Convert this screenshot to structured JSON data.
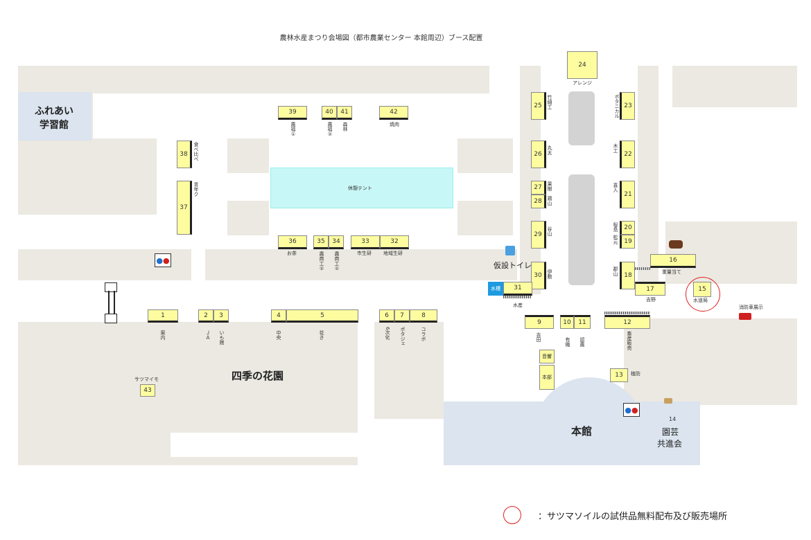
{
  "title": "農林水産まつり会場図（都市農業センター 本館周辺）ブース配置",
  "areas": {
    "fureai": [
      "ふれあい",
      "学習館"
    ],
    "kyukei": "休憩テント",
    "shiki": "四季の花園",
    "honkan": "本館",
    "engei_no": "14",
    "engei": [
      "園芸",
      "共進会"
    ],
    "kasetsu_toilet": "仮設トイレ",
    "shoubou": "消防車展示"
  },
  "booths": [
    {
      "n": "1",
      "label": "案内"
    },
    {
      "n": "2",
      "label": "ＪＡ"
    },
    {
      "n": "3",
      "label": "いも館"
    },
    {
      "n": "4",
      "label": "中央"
    },
    {
      "n": "5",
      "label": "花き"
    },
    {
      "n": "6",
      "label": "6次化"
    },
    {
      "n": "7",
      "label": "ポタジェ"
    },
    {
      "n": "8",
      "label": "コラボ"
    },
    {
      "n": "9",
      "label": "吉田"
    },
    {
      "n": "10",
      "label": "有機"
    },
    {
      "n": "11",
      "label": "認農"
    },
    {
      "n": "12",
      "label": "畜産販売"
    },
    {
      "n": "13",
      "label": "植防"
    },
    {
      "n": "15",
      "label": "水道局"
    },
    {
      "n": "16",
      "label": "重量当て"
    },
    {
      "n": "17",
      "label": "吉野"
    },
    {
      "n": "18",
      "label": "郡山"
    },
    {
      "n": "19",
      "label": "松元"
    },
    {
      "n": "20",
      "label": "桜島"
    },
    {
      "n": "21",
      "label": "喜入"
    },
    {
      "n": "22",
      "label": "木工"
    },
    {
      "n": "23",
      "label": "ボタニカル"
    },
    {
      "n": "24",
      "label": "アレンジ"
    },
    {
      "n": "25",
      "label": "竹細工"
    },
    {
      "n": "26",
      "label": "丸太"
    },
    {
      "n": "27",
      "label": "果樹"
    },
    {
      "n": "28",
      "label": "鶏山"
    },
    {
      "n": "29",
      "label": "谷山"
    },
    {
      "n": "30",
      "label": "伊敷"
    },
    {
      "n": "31",
      "label": "水産"
    },
    {
      "n": "32",
      "label": "地域生研"
    },
    {
      "n": "33",
      "label": "市生研"
    },
    {
      "n": "34",
      "label": "農商工①"
    },
    {
      "n": "35",
      "label": "農商工②"
    },
    {
      "n": "36",
      "label": "お茶"
    },
    {
      "n": "37",
      "label": "青年ク"
    },
    {
      "n": "38",
      "label": "食べ比べ"
    },
    {
      "n": "39",
      "label": "農福①"
    },
    {
      "n": "40",
      "label": "農福②"
    },
    {
      "n": "41",
      "label": "森林"
    },
    {
      "n": "42",
      "label": "焼肉"
    },
    {
      "n": "43",
      "label": "サツマイモ"
    }
  ],
  "small": {
    "suisou": "水槽",
    "onkyo": "音響",
    "honbu": "本部"
  },
  "legend": "：サツマソイルの試供品無料配布及び販売場所",
  "colors": {
    "booth": "#fdfda0",
    "ground": "#ece9e2",
    "building": "#dbe4ef",
    "tent": "#c8f7f7",
    "marker": "#e02020",
    "water": "#1e9be0"
  }
}
